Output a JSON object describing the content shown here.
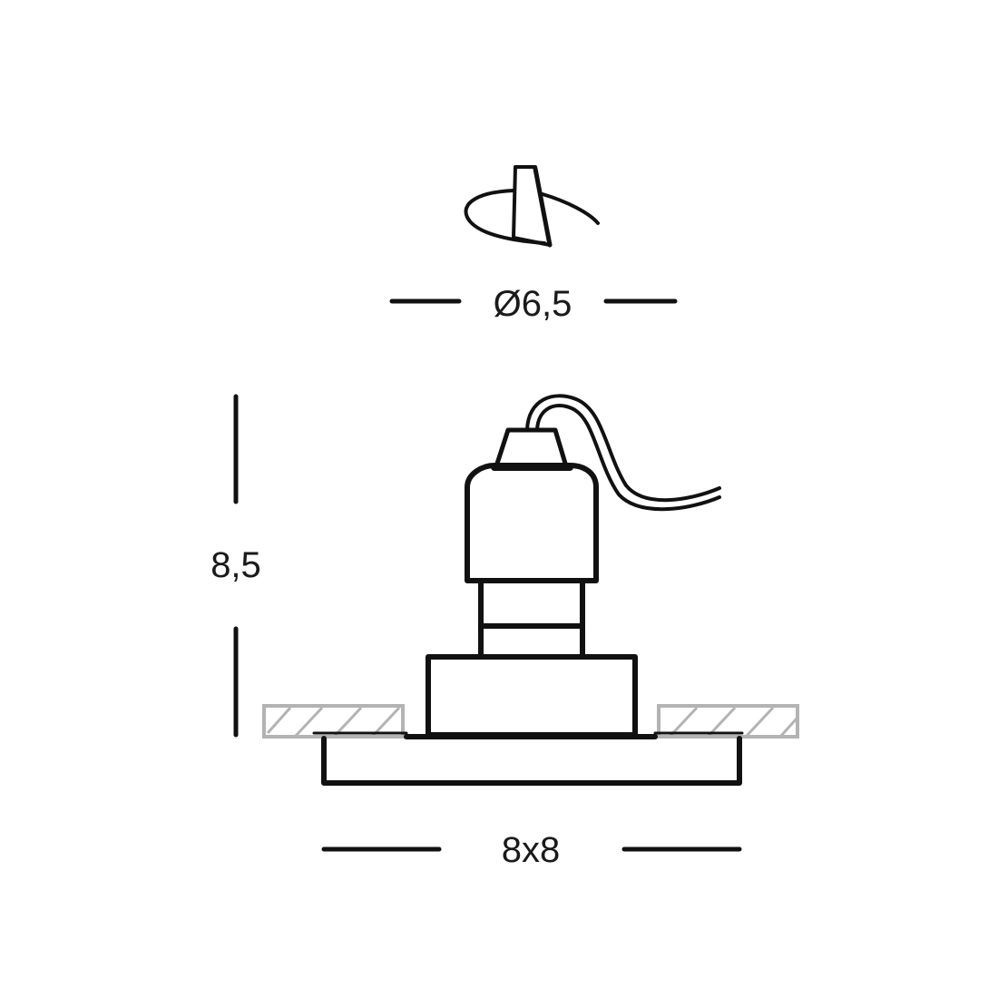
{
  "diagram": {
    "type": "technical-drawing",
    "subject": "recessed downlight fixture (side section)",
    "colors": {
      "line": "#111111",
      "ceiling_hatch": "#b3b3b3",
      "text": "#1a1a1a",
      "background": "#ffffff"
    },
    "icons": {
      "cutout": "ceiling-cutout-icon"
    },
    "dimensions": {
      "cutout_diameter": {
        "label": "Ø6,5"
      },
      "height": {
        "label": "8,5"
      },
      "frame_size": {
        "label": "8x8"
      }
    },
    "parts": [
      "cable",
      "lamp-holder",
      "neck",
      "housing",
      "ceiling-panel-left",
      "ceiling-panel-right",
      "trim-frame"
    ]
  }
}
